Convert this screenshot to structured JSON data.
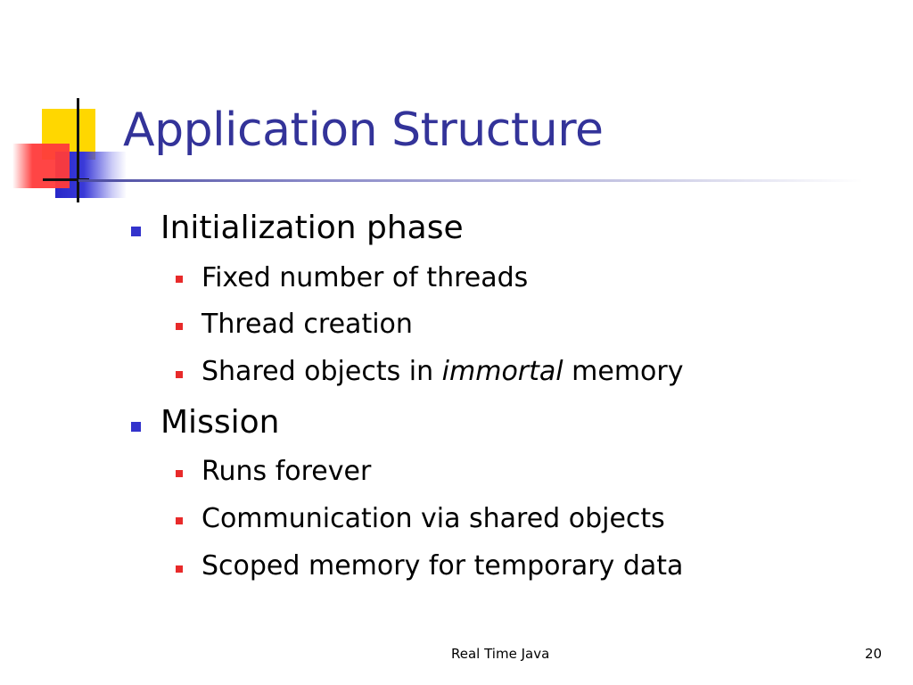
{
  "slide": {
    "title": "Application Structure",
    "bullets": [
      {
        "text": "Initialization phase",
        "children": [
          {
            "text": "Fixed number of threads"
          },
          {
            "text": "Thread creation"
          },
          {
            "pre": "Shared objects in ",
            "em": "immortal",
            "post": " memory"
          }
        ]
      },
      {
        "text": "Mission",
        "children": [
          {
            "text": "Runs forever"
          },
          {
            "text": "Communication via shared objects"
          },
          {
            "text": "Scoped memory for temporary data"
          }
        ]
      }
    ]
  },
  "footer": {
    "center": "Real Time Java",
    "page_number": "20"
  },
  "colors": {
    "title": "#333399",
    "level1_bullet": "#3333cc",
    "level2_bullet": "#e82a2a",
    "deco_yellow": "#ffd700",
    "deco_red": "#ff3b3b",
    "deco_blue": "#2727c8"
  }
}
